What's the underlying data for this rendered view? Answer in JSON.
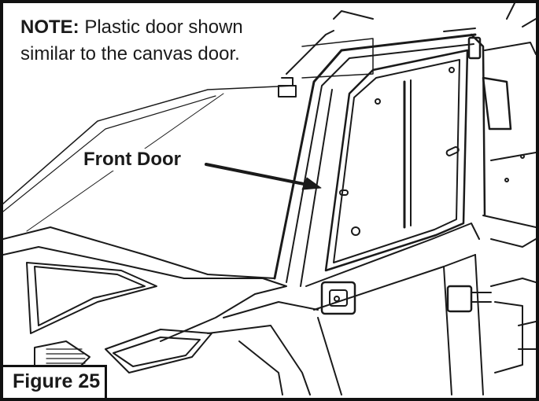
{
  "note": {
    "prefix": "NOTE:",
    "line1": " Plastic door shown",
    "line2": "similar to the canvas door."
  },
  "callout": {
    "label": "Front Door"
  },
  "figure": {
    "label": "Figure 25"
  },
  "colors": {
    "line": "#1a1a1a",
    "background": "#ffffff"
  }
}
